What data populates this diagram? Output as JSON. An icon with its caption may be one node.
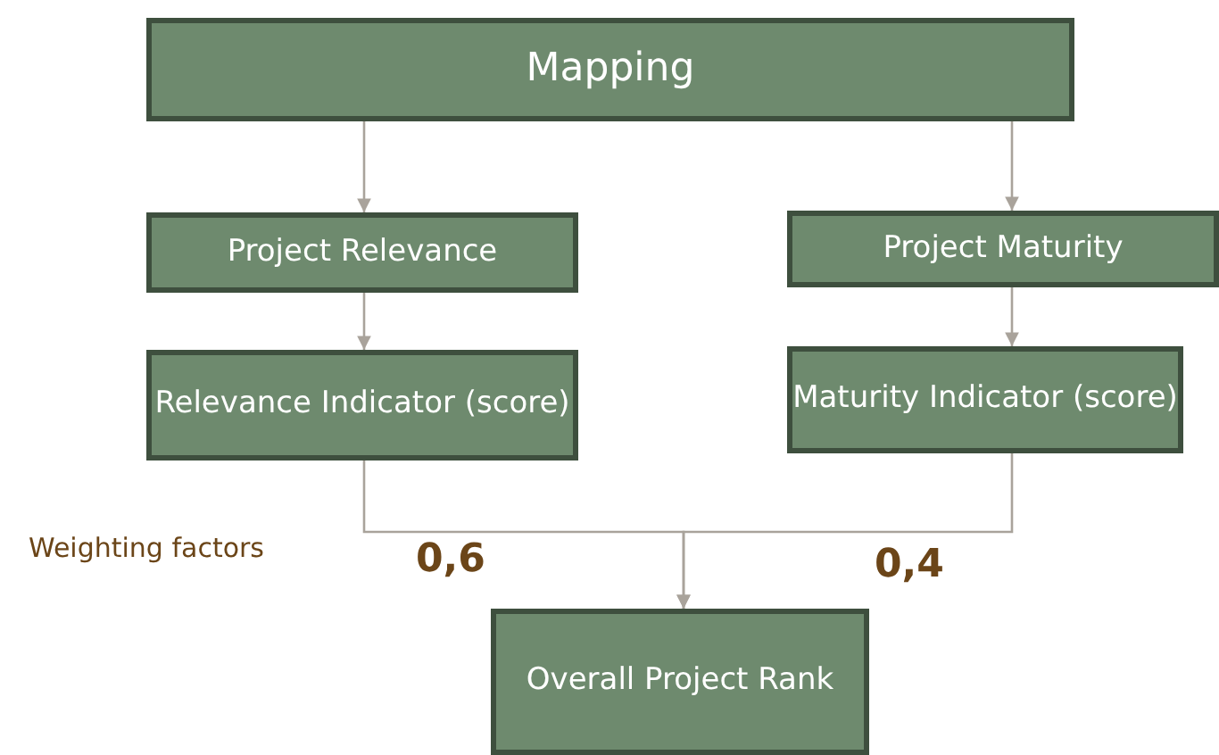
{
  "diagram": {
    "nodes": [
      {
        "text": [
          "Mapping"
        ]
      },
      {
        "text": [
          "Project Relevance"
        ]
      },
      {
        "text": [
          "Project Maturity"
        ]
      },
      {
        "text": [
          "Relevance Indicator (score)"
        ]
      },
      {
        "text": [
          "Maturity Indicator (score)"
        ]
      },
      {
        "text": [
          "Overall Project Rank"
        ]
      }
    ],
    "edges": [
      {
        "from": 0,
        "to": 1,
        "arrow": "to"
      },
      {
        "from": 0,
        "to": 2,
        "arrow": "to"
      },
      {
        "from": 1,
        "to": 3,
        "arrow": "to"
      },
      {
        "from": 2,
        "to": 4,
        "arrow": "to"
      },
      {
        "from": 3,
        "to": 5,
        "arrow": "to"
      },
      {
        "from": 4,
        "to": 5,
        "arrow": "to"
      }
    ],
    "labels": [
      "Weighting factors",
      "0,6",
      "0,4"
    ]
  }
}
